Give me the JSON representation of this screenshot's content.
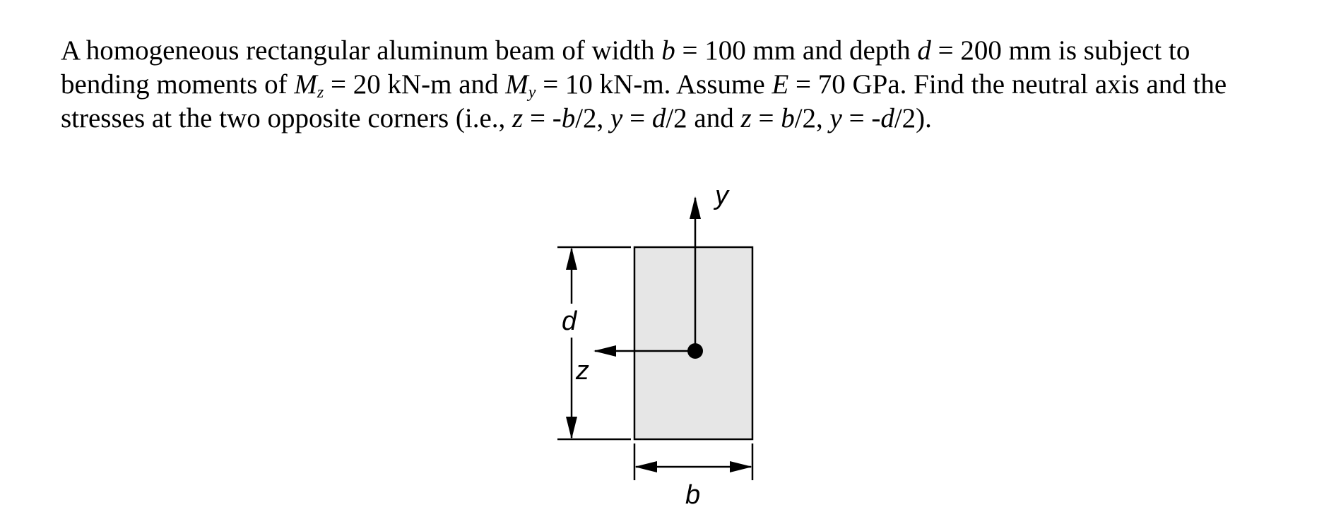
{
  "problem": {
    "lead": "A homogeneous rectangular aluminum beam of width ",
    "b": "b",
    "eq_b": " = 100 mm and depth ",
    "d": "d",
    "eq_d": " = 200 mm is subject to bending moments of ",
    "Mz_base": "M",
    "Mz_sub": "z",
    "Mz_val": " = 20 kN-m and ",
    "My_base": "M",
    "My_sub": "y",
    "My_val": " = 10 kN-m. Assume ",
    "E": "E",
    "E_val": " = 70 GPa. Find the neutral axis and the stresses at the two opposite corners (i.e., ",
    "c1_z": "z",
    "c1_zval": " = -",
    "c1_b": "b",
    "c1_half": "/2, ",
    "c1_y": "y",
    "c1_eq": " = ",
    "c1_d": "d",
    "c1_end": "/2 and ",
    "c2_z": "z",
    "c2_eq": " = ",
    "c2_b": "b",
    "c2_half": "/2, ",
    "c2_y": "y",
    "c2_yval": " = -",
    "c2_d": "d",
    "c2_end": "/2)."
  },
  "figure": {
    "y_axis_label": "y",
    "z_axis_label": "z",
    "depth_label": "d",
    "width_label": "b",
    "fill_color": "#e6e6e6",
    "line_color": "#000000"
  }
}
